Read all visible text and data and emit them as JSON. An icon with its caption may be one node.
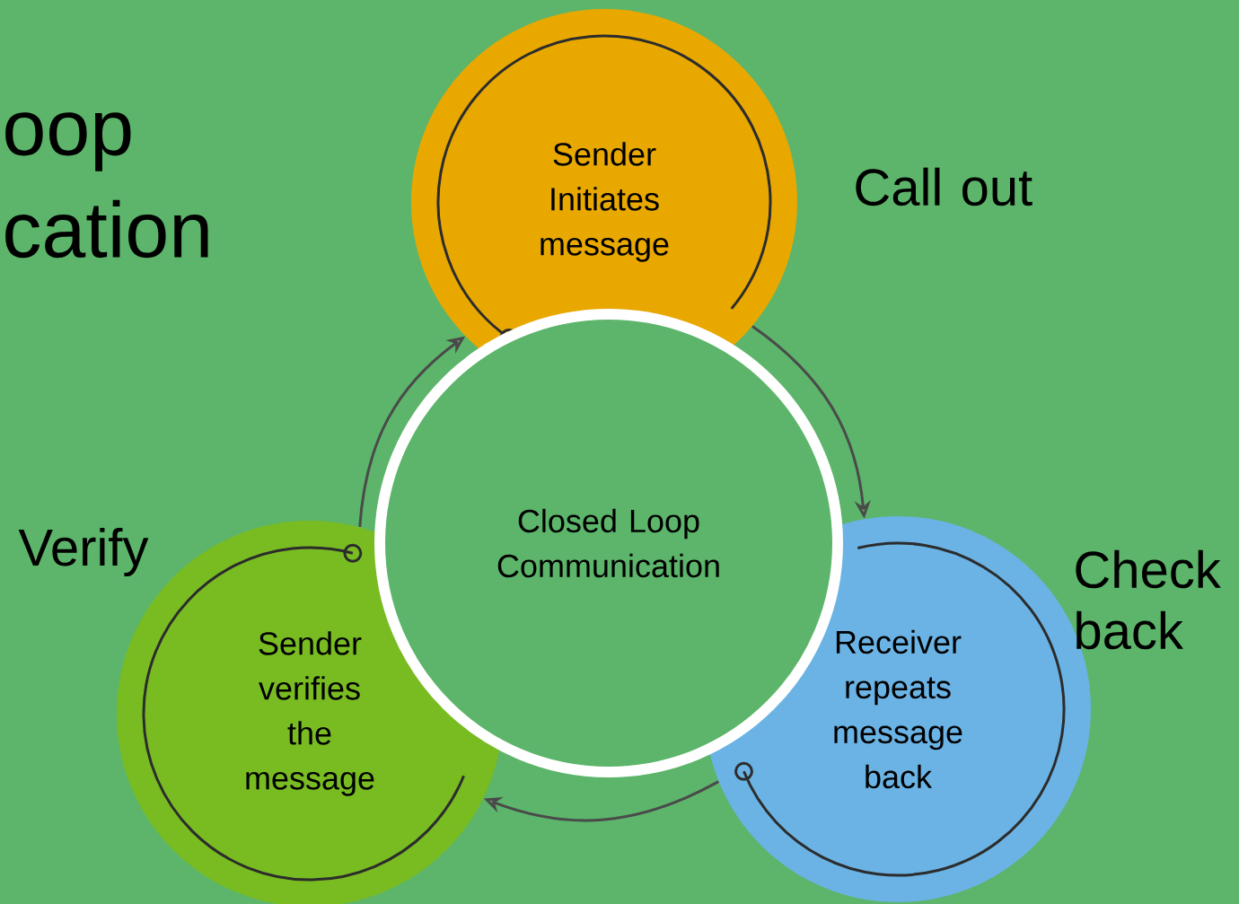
{
  "diagram": {
    "nodes": [
      {
        "text": [
          "Closed Loop Communication"
        ]
      },
      {
        "text": [
          "Sender Initiates message"
        ],
        "beside": [
          "Call out"
        ]
      },
      {
        "text": [
          "Receiver repeats message back"
        ],
        "beside": [
          "Check back"
        ]
      },
      {
        "text": [
          "Sender verifies the message"
        ],
        "beside": [
          "Verify"
        ]
      }
    ],
    "edges": [
      {
        "from": 1,
        "to": 2,
        "arrow": "to"
      },
      {
        "from": 2,
        "to": 3,
        "arrow": "to"
      },
      {
        "from": 3,
        "to": 1,
        "arrow": "to"
      }
    ],
    "labels": [
      "oop",
      "cation"
    ]
  }
}
